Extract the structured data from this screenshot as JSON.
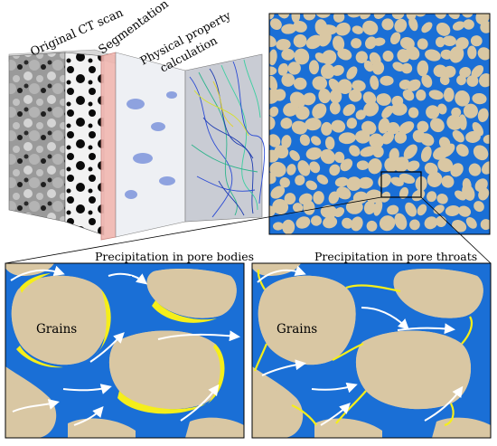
{
  "diagram": {
    "block_labels": {
      "ct_scan": "Original CT scan",
      "segmentation": "Segmentation",
      "physical_line1": "Physical property",
      "physical_line2": "calculation"
    },
    "panel_titles": {
      "pore_bodies": "Precipitation in pore bodies",
      "pore_throats": "Precipitation in pore throats"
    },
    "region_labels": {
      "grains_left": "Grains",
      "grains_right": "Grains"
    },
    "colors": {
      "pore": "#1a6fd6",
      "grain": "#d9c7a3",
      "precipitate": "#f5ee1a",
      "flow_arrow": "#ffffff",
      "slice_pink": "#f0b6b0",
      "outline": "#000000"
    }
  }
}
